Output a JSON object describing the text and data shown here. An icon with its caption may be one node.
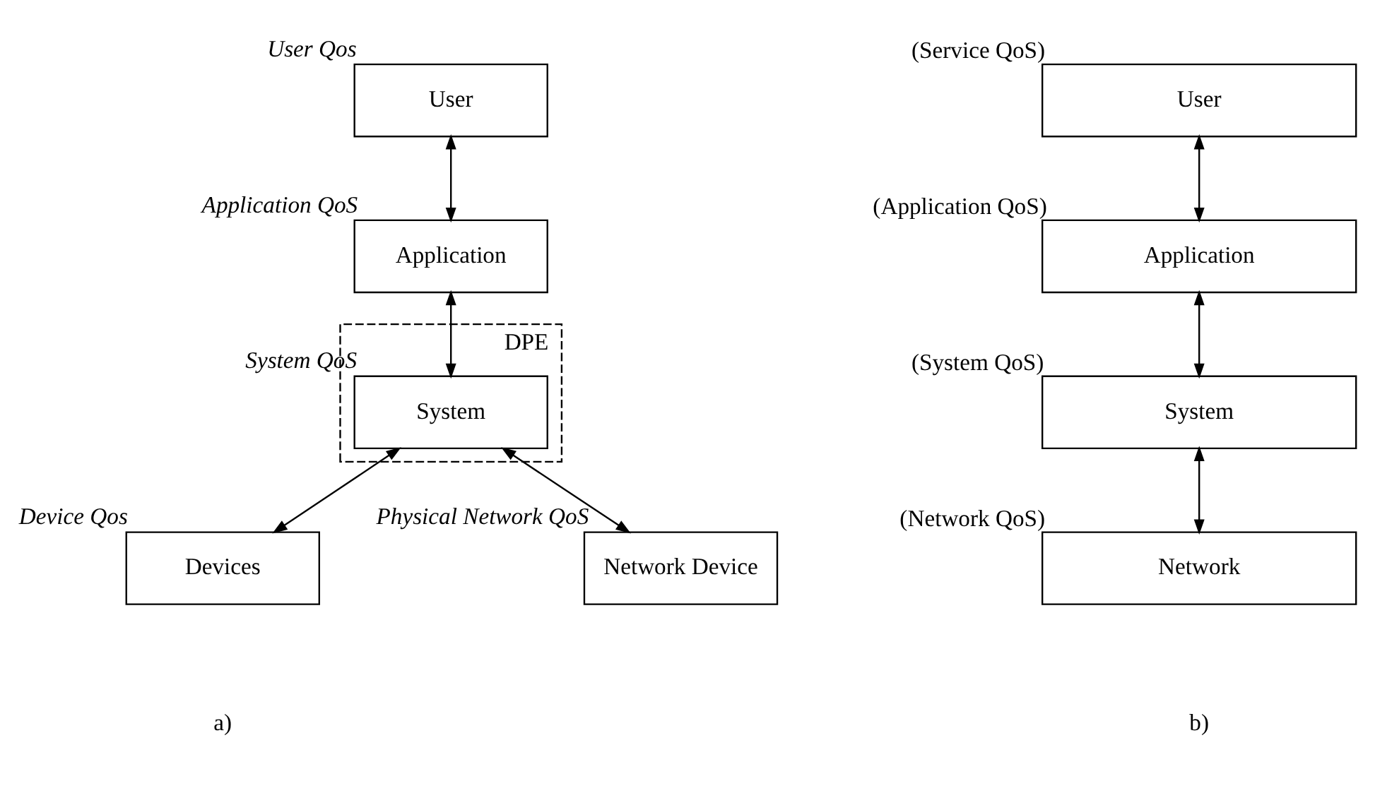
{
  "diagram": {
    "nodes": [
      {
        "text": [
          "User"
        ],
        "beside": [
          "User Qos"
        ]
      },
      {
        "text": [
          "Application"
        ],
        "beside": [
          "Application QoS"
        ]
      },
      {
        "text": [
          "DPE"
        ]
      },
      {
        "text": [
          "System"
        ],
        "beside": [
          "System QoS"
        ],
        "in": 2
      },
      {
        "text": [
          "Devices"
        ],
        "beside": [
          "Device Qos"
        ]
      },
      {
        "text": [
          "Network Device"
        ],
        "beside": [
          "Physical Network QoS"
        ]
      },
      {
        "text": [
          "User"
        ],
        "beside": [
          "(Service QoS)"
        ]
      },
      {
        "text": [
          "Application"
        ],
        "beside": [
          "(Application QoS)"
        ]
      },
      {
        "text": [
          "System"
        ],
        "beside": [
          "(System QoS)"
        ]
      },
      {
        "text": [
          "Network"
        ],
        "beside": [
          "(Network QoS)"
        ]
      }
    ],
    "edges": [
      {
        "from": 0,
        "to": 1,
        "arrow": "both"
      },
      {
        "from": 1,
        "to": 3,
        "arrow": "both"
      },
      {
        "from": 3,
        "to": 4,
        "arrow": "both"
      },
      {
        "from": 3,
        "to": 5,
        "arrow": "both"
      },
      {
        "from": 6,
        "to": 7,
        "arrow": "both"
      },
      {
        "from": 7,
        "to": 8,
        "arrow": "both"
      },
      {
        "from": 8,
        "to": 9,
        "arrow": "both"
      }
    ],
    "labels": [
      "a)",
      "b)"
    ]
  }
}
